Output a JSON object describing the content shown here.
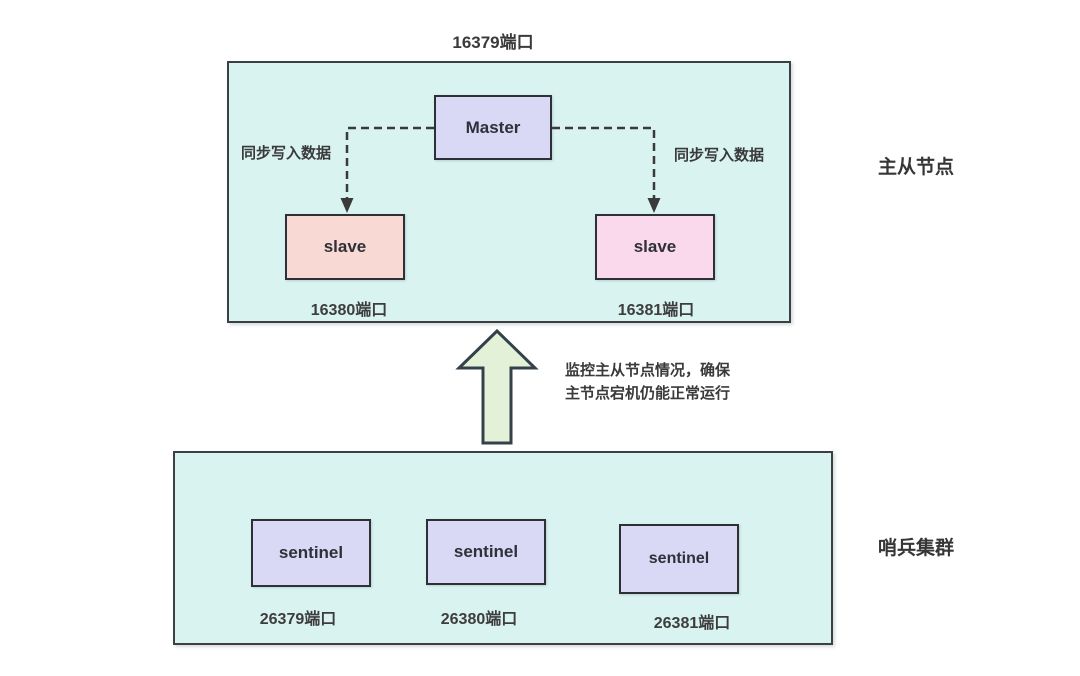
{
  "diagram": {
    "top_port_label": "16379端口",
    "master_slave_group": {
      "side_label": "主从节点",
      "master_label": "Master",
      "sync_left": "同步写入数据",
      "sync_right": "同步写入数据",
      "slaves": [
        {
          "label": "slave",
          "port": "16380端口"
        },
        {
          "label": "slave",
          "port": "16381端口"
        }
      ]
    },
    "monitor_note": {
      "line1": "监控主从节点情况，确保",
      "line2": "主节点宕机仍能正常运行"
    },
    "sentinel_group": {
      "side_label": "哨兵集群",
      "sentinels": [
        {
          "label": "sentinel",
          "port": "26379端口"
        },
        {
          "label": "sentinel",
          "port": "26380端口"
        },
        {
          "label": "sentinel",
          "port": "26381端口"
        }
      ]
    },
    "colors": {
      "background": "#ffffff",
      "container_fill": "#d9f3f0",
      "container_border": "#3b4045",
      "master_fill": "#d9d9f6",
      "slave_left_fill": "#f9d9d3",
      "slave_right_fill": "#fbd9ec",
      "sentinel_fill": "#d9d9f6",
      "arrow_fill": "#e4f1d9",
      "line_color": "#3a3a3a",
      "text_color": "#3a3a3a"
    }
  }
}
